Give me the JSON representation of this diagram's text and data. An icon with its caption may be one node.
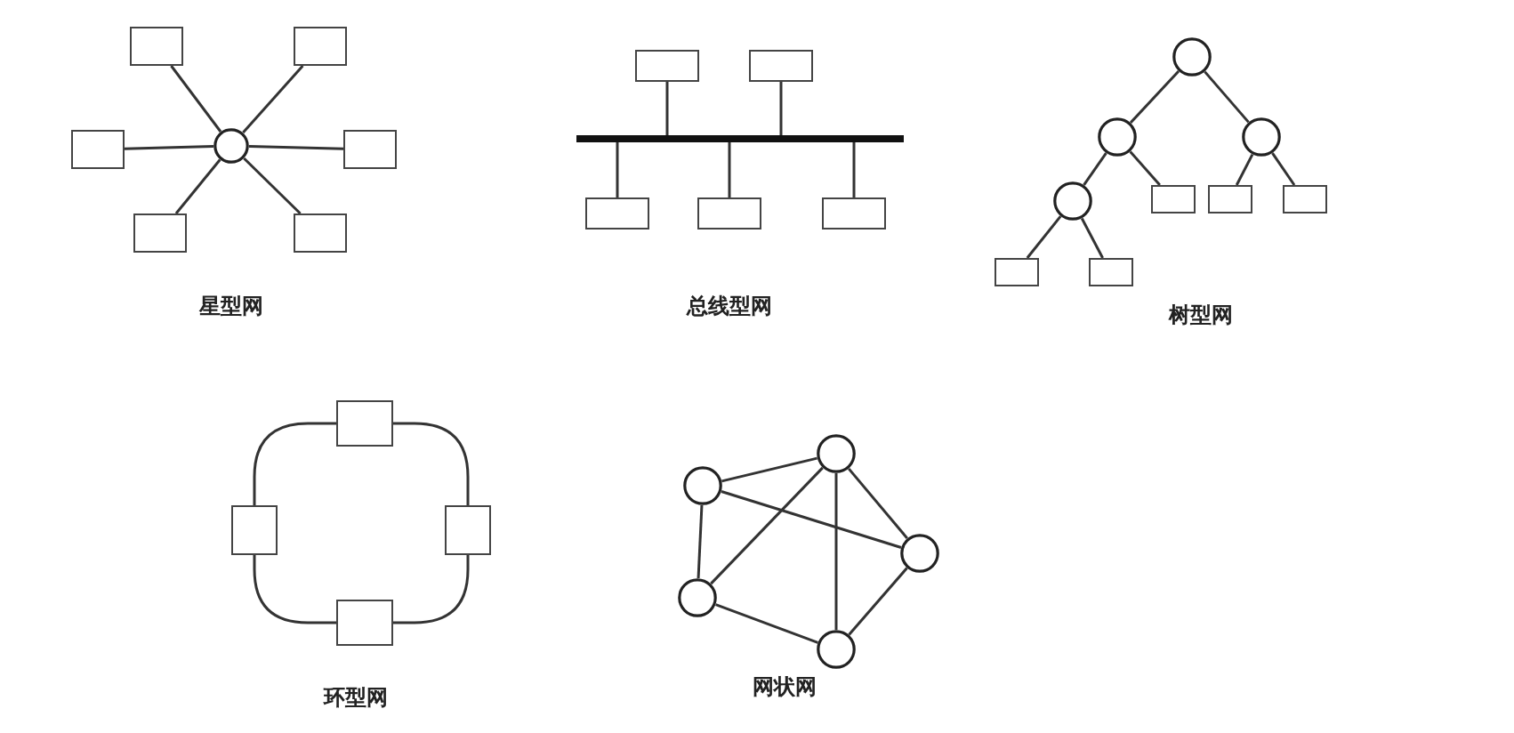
{
  "diagram": {
    "nodes": [
      {
        "text": [],
        "shape": "circle"
      },
      {
        "text": [],
        "shape": "box"
      },
      {
        "text": [],
        "shape": "box"
      },
      {
        "text": [],
        "shape": "box"
      },
      {
        "text": [],
        "shape": "box"
      },
      {
        "text": [],
        "shape": "box"
      },
      {
        "text": [],
        "shape": "box"
      },
      {
        "text": [],
        "shape": "box"
      },
      {
        "text": [],
        "shape": "box"
      },
      {
        "text": [],
        "shape": "bar"
      },
      {
        "text": [],
        "shape": "box"
      },
      {
        "text": [],
        "shape": "box"
      },
      {
        "text": [],
        "shape": "box"
      },
      {
        "text": [],
        "shape": "circle"
      },
      {
        "text": [],
        "shape": "circle"
      },
      {
        "text": [],
        "shape": "circle"
      },
      {
        "text": [],
        "shape": "circle"
      },
      {
        "text": [],
        "shape": "box"
      },
      {
        "text": [],
        "shape": "box"
      },
      {
        "text": [],
        "shape": "box"
      },
      {
        "text": [],
        "shape": "box"
      },
      {
        "text": [],
        "shape": "box"
      },
      {
        "text": [],
        "shape": "box"
      },
      {
        "text": [],
        "shape": "box"
      },
      {
        "text": [],
        "shape": "box"
      },
      {
        "text": [],
        "shape": "box"
      },
      {
        "text": [],
        "shape": "circle"
      },
      {
        "text": [],
        "shape": "circle"
      },
      {
        "text": [],
        "shape": "circle"
      },
      {
        "text": [],
        "shape": "circle"
      },
      {
        "text": [],
        "shape": "circle"
      }
    ],
    "edges": [
      {
        "from": 0,
        "to": 1,
        "arrow": "none"
      },
      {
        "from": 0,
        "to": 2,
        "arrow": "none"
      },
      {
        "from": 0,
        "to": 3,
        "arrow": "none"
      },
      {
        "from": 0,
        "to": 4,
        "arrow": "none"
      },
      {
        "from": 0,
        "to": 5,
        "arrow": "none"
      },
      {
        "from": 0,
        "to": 6,
        "arrow": "none"
      },
      {
        "from": 7,
        "to": 9,
        "arrow": "none"
      },
      {
        "from": 8,
        "to": 9,
        "arrow": "none"
      },
      {
        "from": 9,
        "to": 10,
        "arrow": "none"
      },
      {
        "from": 9,
        "to": 11,
        "arrow": "none"
      },
      {
        "from": 9,
        "to": 12,
        "arrow": "none"
      },
      {
        "from": 13,
        "to": 14,
        "arrow": "none"
      },
      {
        "from": 13,
        "to": 15,
        "arrow": "none"
      },
      {
        "from": 14,
        "to": 16,
        "arrow": "none"
      },
      {
        "from": 14,
        "to": 17,
        "arrow": "none"
      },
      {
        "from": 15,
        "to": 18,
        "arrow": "none"
      },
      {
        "from": 15,
        "to": 19,
        "arrow": "none"
      },
      {
        "from": 16,
        "to": 20,
        "arrow": "none"
      },
      {
        "from": 16,
        "to": 21,
        "arrow": "none"
      },
      {
        "from": 22,
        "to": 24,
        "arrow": "none"
      },
      {
        "from": 25,
        "to": 24,
        "arrow": "none"
      },
      {
        "from": 25,
        "to": 23,
        "arrow": "none"
      },
      {
        "from": 22,
        "to": 23,
        "arrow": "none"
      },
      {
        "from": 27,
        "to": 26,
        "arrow": "none"
      },
      {
        "from": 26,
        "to": 28,
        "arrow": "none"
      },
      {
        "from": 26,
        "to": 30,
        "arrow": "none"
      },
      {
        "from": 26,
        "to": 29,
        "arrow": "none"
      },
      {
        "from": 27,
        "to": 28,
        "arrow": "none"
      },
      {
        "from": 27,
        "to": 29,
        "arrow": "none"
      },
      {
        "from": 29,
        "to": 30,
        "arrow": "none"
      },
      {
        "from": 30,
        "to": 28,
        "arrow": "none"
      }
    ],
    "labels": [
      "星型网",
      "总线型网",
      "树型网",
      "环型网",
      "网状网"
    ]
  }
}
